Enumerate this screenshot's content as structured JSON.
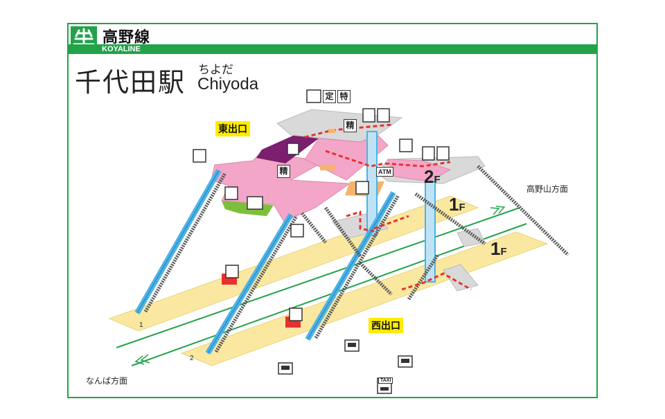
{
  "header": {
    "line_name": "高野線",
    "line_roman": "KOYALINE",
    "station_name": "千代田駅",
    "station_kana": "ちよだ",
    "station_roman": "Chiyoda"
  },
  "labels": {
    "east_exit": "東出口",
    "west_exit": "西出口",
    "dir_koyasan": "高野山方面",
    "dir_namba": "なんば方面",
    "floor_2_num": "2",
    "floor_2_unit": "F",
    "floor_1a_num": "1",
    "floor_1a_unit": "F",
    "floor_1b_num": "1",
    "floor_1b_unit": "F",
    "platform_1": "1",
    "platform_2": "2",
    "fare_adjust_1": "精",
    "fare_adjust_2": "精",
    "limited_express": "特",
    "commuter_pass": "定",
    "atm": "ATM",
    "taxi": "TAXI"
  },
  "colors": {
    "line_green": "#22a34a",
    "concourse_pink": "#f4a6c8",
    "concourse_gray": "#d9d9d9",
    "platform_yellow": "#fbe8a0",
    "exit_yellow": "#ffeb00",
    "elevator_blue": "#4bb3e6",
    "route_red": "#e8312f",
    "toilet_green": "#7cbf3a",
    "staff_purple": "#7b1f6e"
  }
}
